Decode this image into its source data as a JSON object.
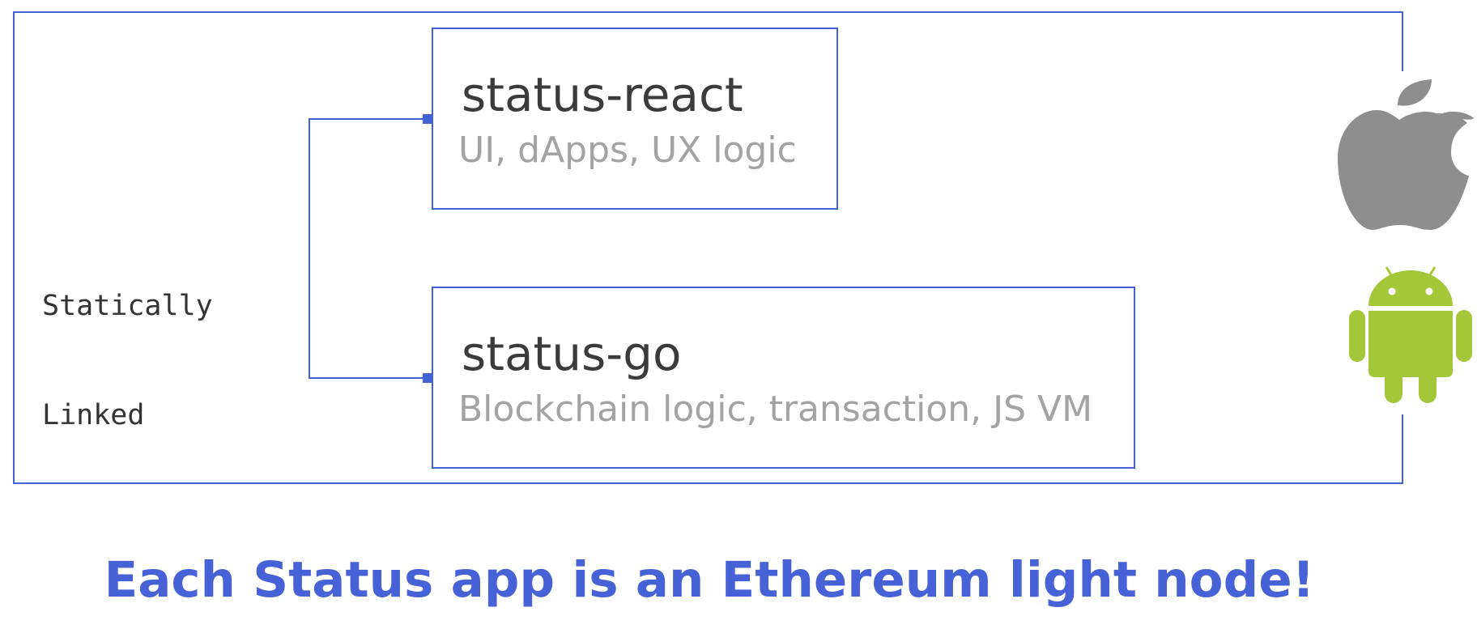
{
  "label": {
    "line1": "Statically",
    "line2": "Linked"
  },
  "boxes": {
    "react": {
      "title": "status-react",
      "subtitle": "UI, dApps, UX logic"
    },
    "go": {
      "title": "status-go",
      "subtitle": "Blockchain logic, transaction, JS VM"
    }
  },
  "tagline": "Each Status app is an Ethereum light node!",
  "icons": {
    "ios": "apple-icon",
    "android": "android-icon"
  },
  "colors": {
    "line": "#4262d6",
    "title_text": "#3b3b3b",
    "subtitle_text": "#a3a3a3",
    "tagline": "#4762d6",
    "apple": "#8e8e8e",
    "android": "#a4c639"
  }
}
